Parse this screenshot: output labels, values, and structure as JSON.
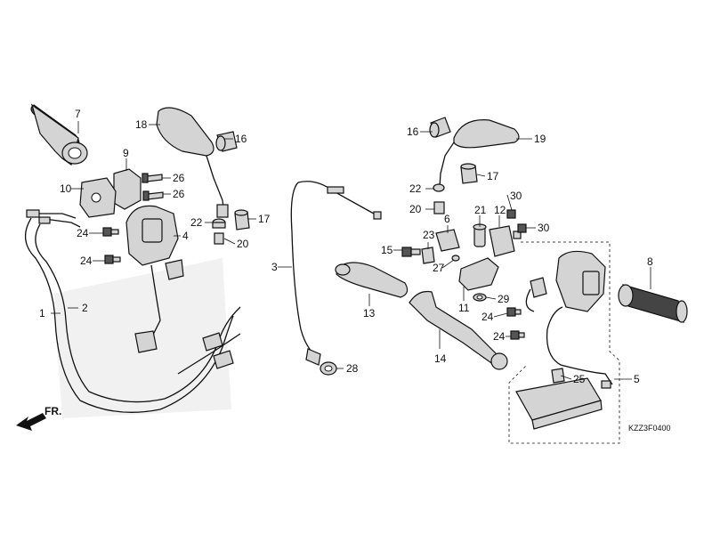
{
  "diagram": {
    "code": "KZZ3F0400",
    "direction_label": "FR.",
    "callouts": [
      {
        "id": "c1",
        "text": "1"
      },
      {
        "id": "c2",
        "text": "2"
      },
      {
        "id": "c3",
        "text": "3"
      },
      {
        "id": "c4",
        "text": "4"
      },
      {
        "id": "c5",
        "text": "5"
      },
      {
        "id": "c6",
        "text": "6"
      },
      {
        "id": "c7",
        "text": "7"
      },
      {
        "id": "c8",
        "text": "8"
      },
      {
        "id": "c9",
        "text": "9"
      },
      {
        "id": "c10",
        "text": "10"
      },
      {
        "id": "c11",
        "text": "11"
      },
      {
        "id": "c12",
        "text": "12"
      },
      {
        "id": "c13",
        "text": "13"
      },
      {
        "id": "c14",
        "text": "14"
      },
      {
        "id": "c15",
        "text": "15"
      },
      {
        "id": "c16a",
        "text": "16"
      },
      {
        "id": "c16b",
        "text": "16"
      },
      {
        "id": "c17a",
        "text": "17"
      },
      {
        "id": "c17b",
        "text": "17"
      },
      {
        "id": "c18",
        "text": "18"
      },
      {
        "id": "c19",
        "text": "19"
      },
      {
        "id": "c20a",
        "text": "20"
      },
      {
        "id": "c20b",
        "text": "20"
      },
      {
        "id": "c21",
        "text": "21"
      },
      {
        "id": "c22a",
        "text": "22"
      },
      {
        "id": "c22b",
        "text": "22"
      },
      {
        "id": "c23",
        "text": "23"
      },
      {
        "id": "c24a",
        "text": "24"
      },
      {
        "id": "c24b",
        "text": "24"
      },
      {
        "id": "c24c",
        "text": "24"
      },
      {
        "id": "c24d",
        "text": "24"
      },
      {
        "id": "c25",
        "text": "25"
      },
      {
        "id": "c26a",
        "text": "26"
      },
      {
        "id": "c26b",
        "text": "26"
      },
      {
        "id": "c27",
        "text": "27"
      },
      {
        "id": "c28",
        "text": "28"
      },
      {
        "id": "c29",
        "text": "29"
      },
      {
        "id": "c30a",
        "text": "30"
      },
      {
        "id": "c30b",
        "text": "30"
      }
    ]
  }
}
